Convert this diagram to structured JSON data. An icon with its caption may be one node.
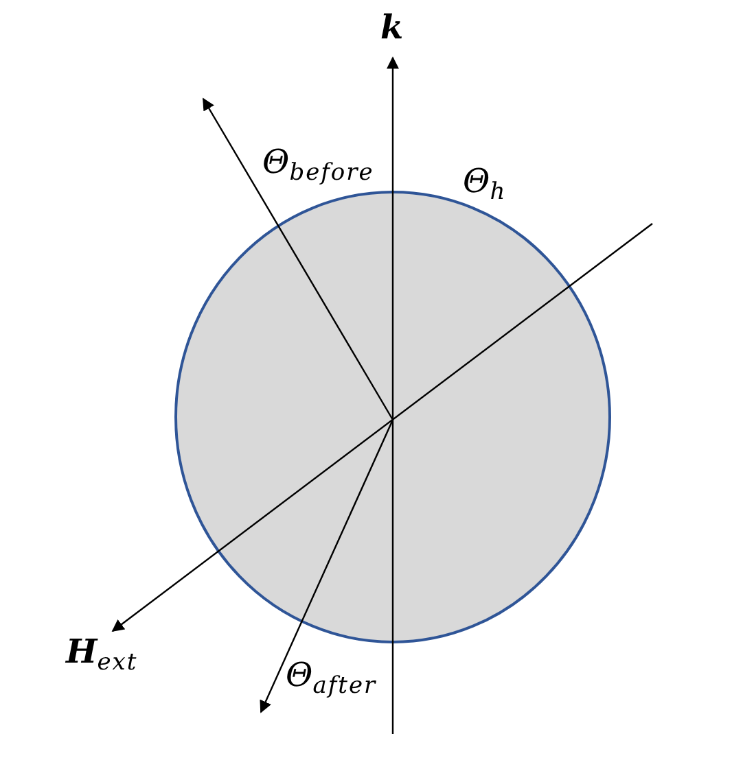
{
  "diagram": {
    "labels": [
      "k",
      "Θ$_{before}$",
      "Θ$_{h}$",
      "**H**$_{ext}$",
      "Θ$_{after}$"
    ]
  }
}
